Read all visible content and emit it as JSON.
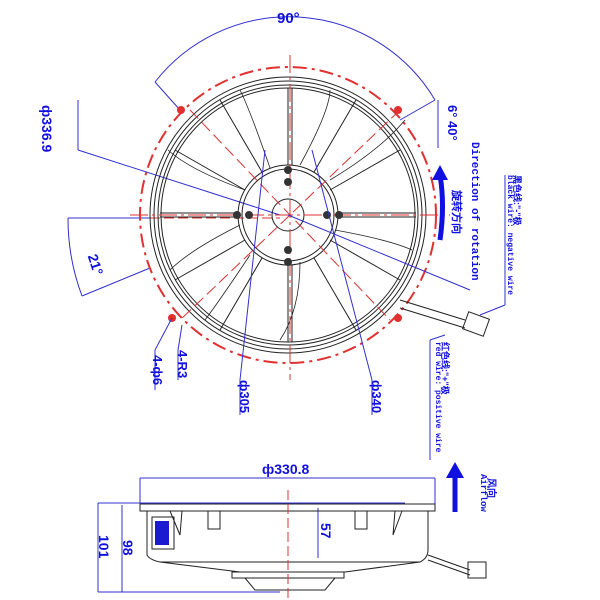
{
  "drawing": {
    "type": "Axial fan technical drawing",
    "front_view": {
      "angle_top": "90°",
      "angle_left": "21°",
      "angle_right": "6° 40°",
      "dia_outer": "ф336.9",
      "dia_305": "ф305",
      "dia_340": "ф340",
      "holes": "4-ф6",
      "radius": "4-R3",
      "rotation_cn": "旋转方向",
      "rotation_en": "Direction of rotation",
      "black_wire_cn": "黑色线:\"-\"极",
      "black_wire_en": "black wire: negative wire",
      "red_wire_cn": "红色线:\"+\"极",
      "red_wire_en": "red wire: positive wire"
    },
    "side_view": {
      "dia_width": "ф330.8",
      "height_total": "101",
      "height_body": "98",
      "depth": "57",
      "airflow_cn": "风向",
      "airflow_en": "Airflow"
    },
    "colors": {
      "dimension": "#1010e0",
      "centerline": "#e03030",
      "outline": "#222222"
    }
  }
}
